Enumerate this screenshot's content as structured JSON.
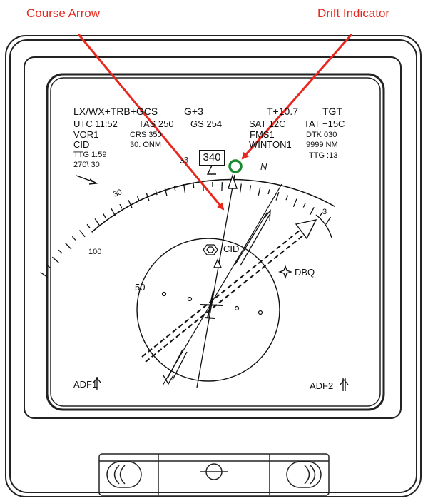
{
  "annotations": {
    "course_arrow": "Course Arrow",
    "drift_indicator": "Drift Indicator"
  },
  "colors": {
    "annotation": "#e8281e",
    "drift_marker": "#1a8a2e",
    "ink": "#111111",
    "bezel": "#222222"
  },
  "header": {
    "mode": "LX/WX+TRB+GCS",
    "g_load": "G+3",
    "temp_dev": "T+10.7",
    "tgt": "TGT",
    "utc": "UTC 11:52",
    "tas": "TAS 250",
    "gs": "GS 254",
    "sat": "SAT 12C",
    "tat": "TAT −15C",
    "nav_source": "VOR1",
    "crs": "CRS 350",
    "fms": "FMS1",
    "dtk": "DTK  030",
    "station": "CID",
    "distance": "30. ONM",
    "waypoint": "WINTON1",
    "wp_distance": "9999  NM",
    "ttg": "TTG  1:59",
    "ttg_wp": "TTG  :13",
    "wind": "270\\ 30"
  },
  "compass": {
    "heading": "340",
    "labels": {
      "n": "N",
      "thirty": "30",
      "thirtythree": "33",
      "three": "3"
    }
  },
  "range": {
    "outer": "100",
    "inner": "50"
  },
  "waypoints": {
    "cid": "CID",
    "dbq": "DBQ"
  },
  "adf": {
    "adf1": "ADF1",
    "adf2": "ADF2"
  }
}
